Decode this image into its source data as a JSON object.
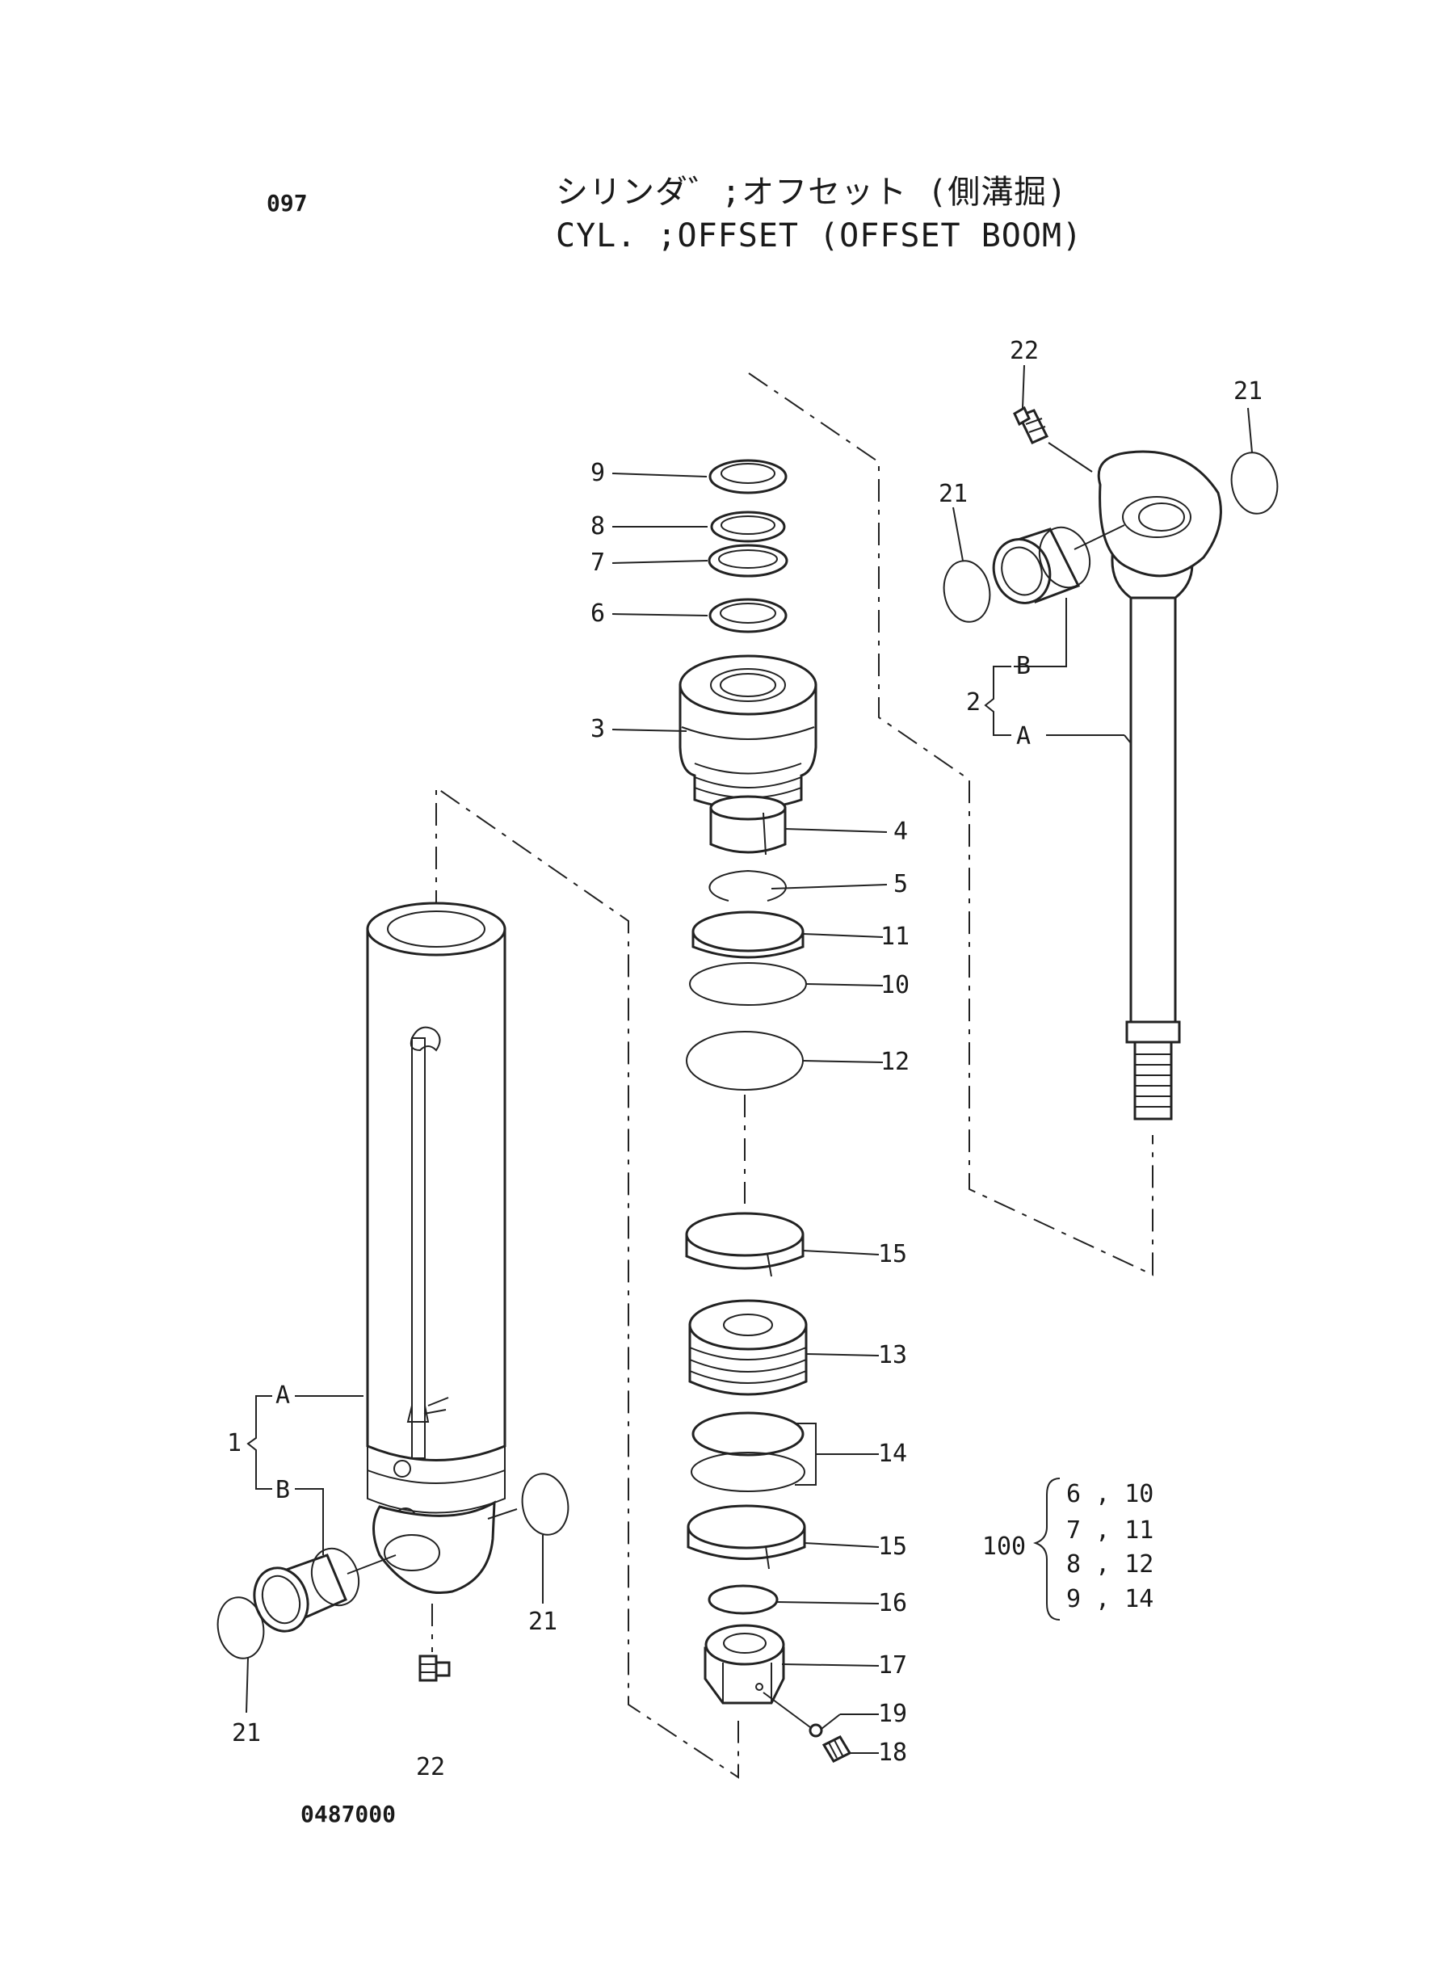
{
  "header": {
    "page_number": "097",
    "title_jp": "シリンダ゛;オフセット (側溝掘)",
    "title_en": "CYL. ;OFFSET (OFFSET BOOM)"
  },
  "drawing_code": "0487000",
  "callouts": {
    "c9": "9",
    "c8": "8",
    "c7": "7",
    "c6": "6",
    "c3": "3",
    "c4": "4",
    "c5": "5",
    "c11": "11",
    "c10": "10",
    "c12": "12",
    "c15a": "15",
    "c13": "13",
    "c14": "14",
    "c15b": "15",
    "c16": "16",
    "c17": "17",
    "c19": "19",
    "c18": "18",
    "c22top": "22",
    "c21tr": "21",
    "c21rod": "21",
    "c2B": "B",
    "c2": "2",
    "c2A": "A",
    "c1A": "A",
    "c1": "1",
    "c1B": "B",
    "c21bl": "21",
    "c21br": "21",
    "c22bot": "22"
  },
  "kit": {
    "number": "100",
    "rows": [
      "6 , 10",
      "7 , 11",
      "8 , 12",
      "9 , 14"
    ]
  }
}
